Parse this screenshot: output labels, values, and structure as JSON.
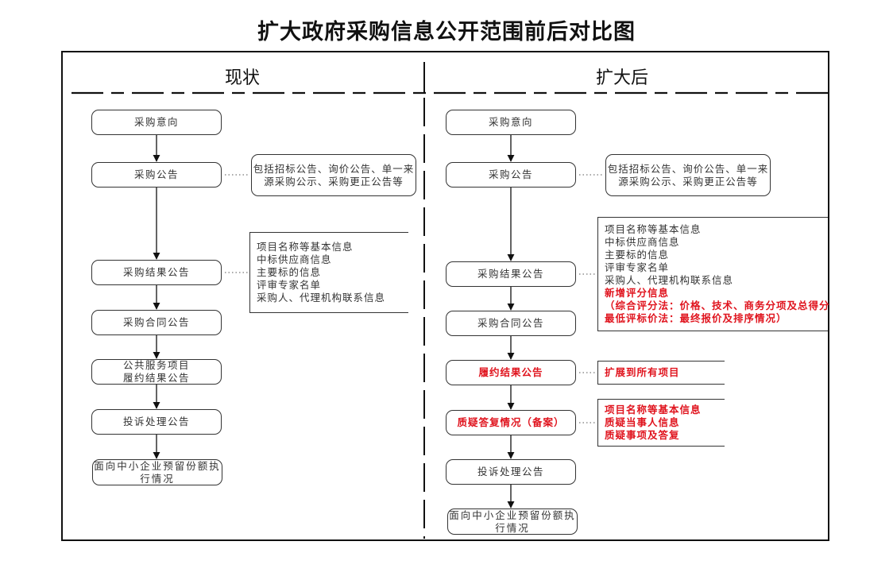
{
  "title": "扩大政府采购信息公开范围前后对比图",
  "columns": {
    "left": {
      "heading": "现状"
    },
    "right": {
      "heading": "扩大后"
    }
  },
  "colors": {
    "normal_text": "#333333",
    "highlight_red": "#e0141e",
    "line": "#111111"
  },
  "left_flow": [
    {
      "label": "采购意向",
      "highlight": false
    },
    {
      "label": "采购公告",
      "highlight": false
    },
    {
      "label": "采购结果公告",
      "highlight": false
    },
    {
      "label": "采购合同公告",
      "highlight": false
    },
    {
      "label": "公共服务项目\n履约结果公告",
      "highlight": false
    },
    {
      "label": "投诉处理公告",
      "highlight": false
    },
    {
      "label": "面向中小企业预留份额执\n行情况",
      "highlight": false
    }
  ],
  "left_notes": {
    "announcement": "包括招标公告、询价公告、单一来\n源采购公示、采购更正公告等",
    "result": [
      "项目名称等基本信息",
      "中标供应商信息",
      "主要标的信息",
      "评审专家名单",
      "采购人、代理机构联系信息"
    ]
  },
  "right_flow": [
    {
      "label": "采购意向",
      "highlight": false
    },
    {
      "label": "采购公告",
      "highlight": false
    },
    {
      "label": "采购结果公告",
      "highlight": false
    },
    {
      "label": "采购合同公告",
      "highlight": false
    },
    {
      "label": "履约结果公告",
      "highlight": true
    },
    {
      "label": "质疑答复情况（备案）",
      "highlight": true
    },
    {
      "label": "投诉处理公告",
      "highlight": false
    },
    {
      "label": "面向中小企业预留份额执\n行情况",
      "highlight": false
    }
  ],
  "right_notes": {
    "announcement": "包括招标公告、询价公告、单一来\n源采购公示、采购更正公告等",
    "result": [
      {
        "text": "项目名称等基本信息",
        "highlight": false
      },
      {
        "text": "中标供应商信息",
        "highlight": false
      },
      {
        "text": "主要标的信息",
        "highlight": false
      },
      {
        "text": "评审专家名单",
        "highlight": false
      },
      {
        "text": "采购人、代理机构联系信息",
        "highlight": false
      },
      {
        "text": "新增评分信息",
        "highlight": true
      },
      {
        "text": "（综合评分法：价格、技术、商务分项及总得分",
        "highlight": true
      },
      {
        "text": "最低评标价法：最终报价及排序情况）",
        "highlight": true
      }
    ],
    "performance": [
      {
        "text": "扩展到所有项目",
        "highlight": true
      }
    ],
    "query": [
      {
        "text": "项目名称等基本信息",
        "highlight": true
      },
      {
        "text": "质疑当事人信息",
        "highlight": true
      },
      {
        "text": "质疑事项及答复",
        "highlight": true
      }
    ]
  }
}
